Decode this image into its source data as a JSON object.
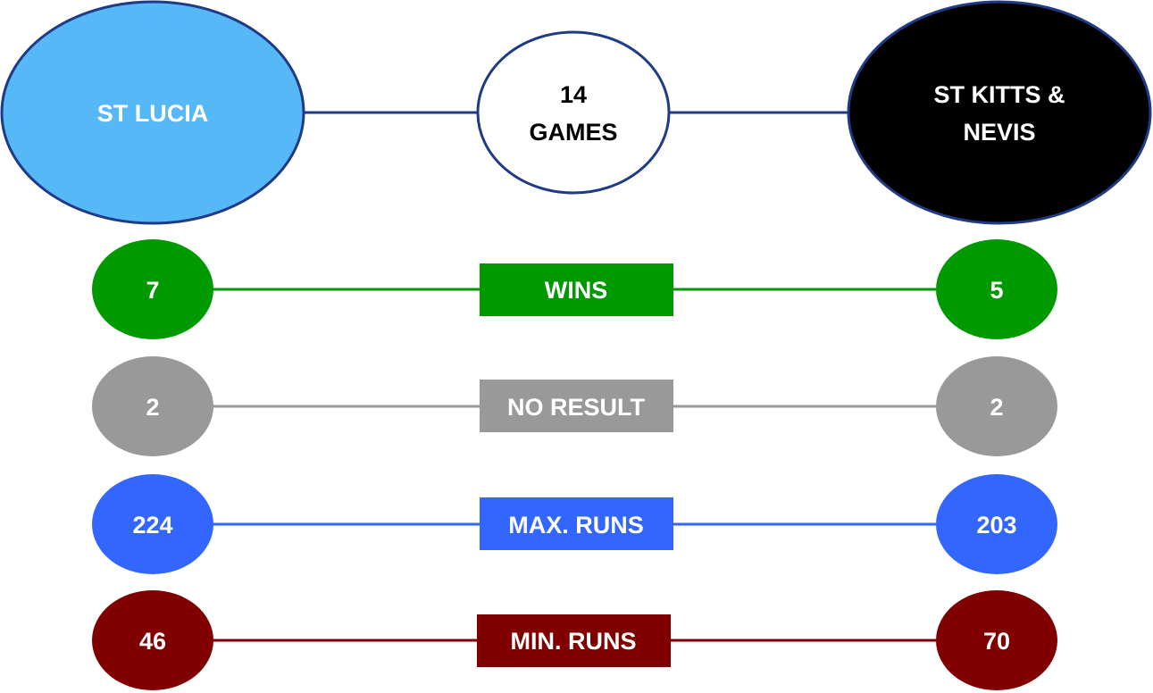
{
  "header": {
    "team_left": "ST LUCIA",
    "games_line1": "14",
    "games_line2": "GAMES",
    "team_right_line1": "ST KITTS &",
    "team_right_line2": "NEVIS"
  },
  "stats": [
    {
      "label": "WINS",
      "left": "7",
      "right": "5"
    },
    {
      "label": "NO RESULT",
      "left": "2",
      "right": "2"
    },
    {
      "label": "MAX. RUNS",
      "left": "224",
      "right": "203"
    },
    {
      "label": "MIN. RUNS",
      "left": "46",
      "right": "70"
    }
  ],
  "colors": {
    "team_left_fill": "#57b8f7",
    "team_right_fill": "#000000",
    "header_stroke": "#1f3b86",
    "games_fill": "#ffffff",
    "wins": "#009900",
    "no_result": "#999999",
    "max_runs": "#3366ff",
    "min_runs": "#800000",
    "text_light": "#ffffff",
    "text_dark": "#000000"
  }
}
